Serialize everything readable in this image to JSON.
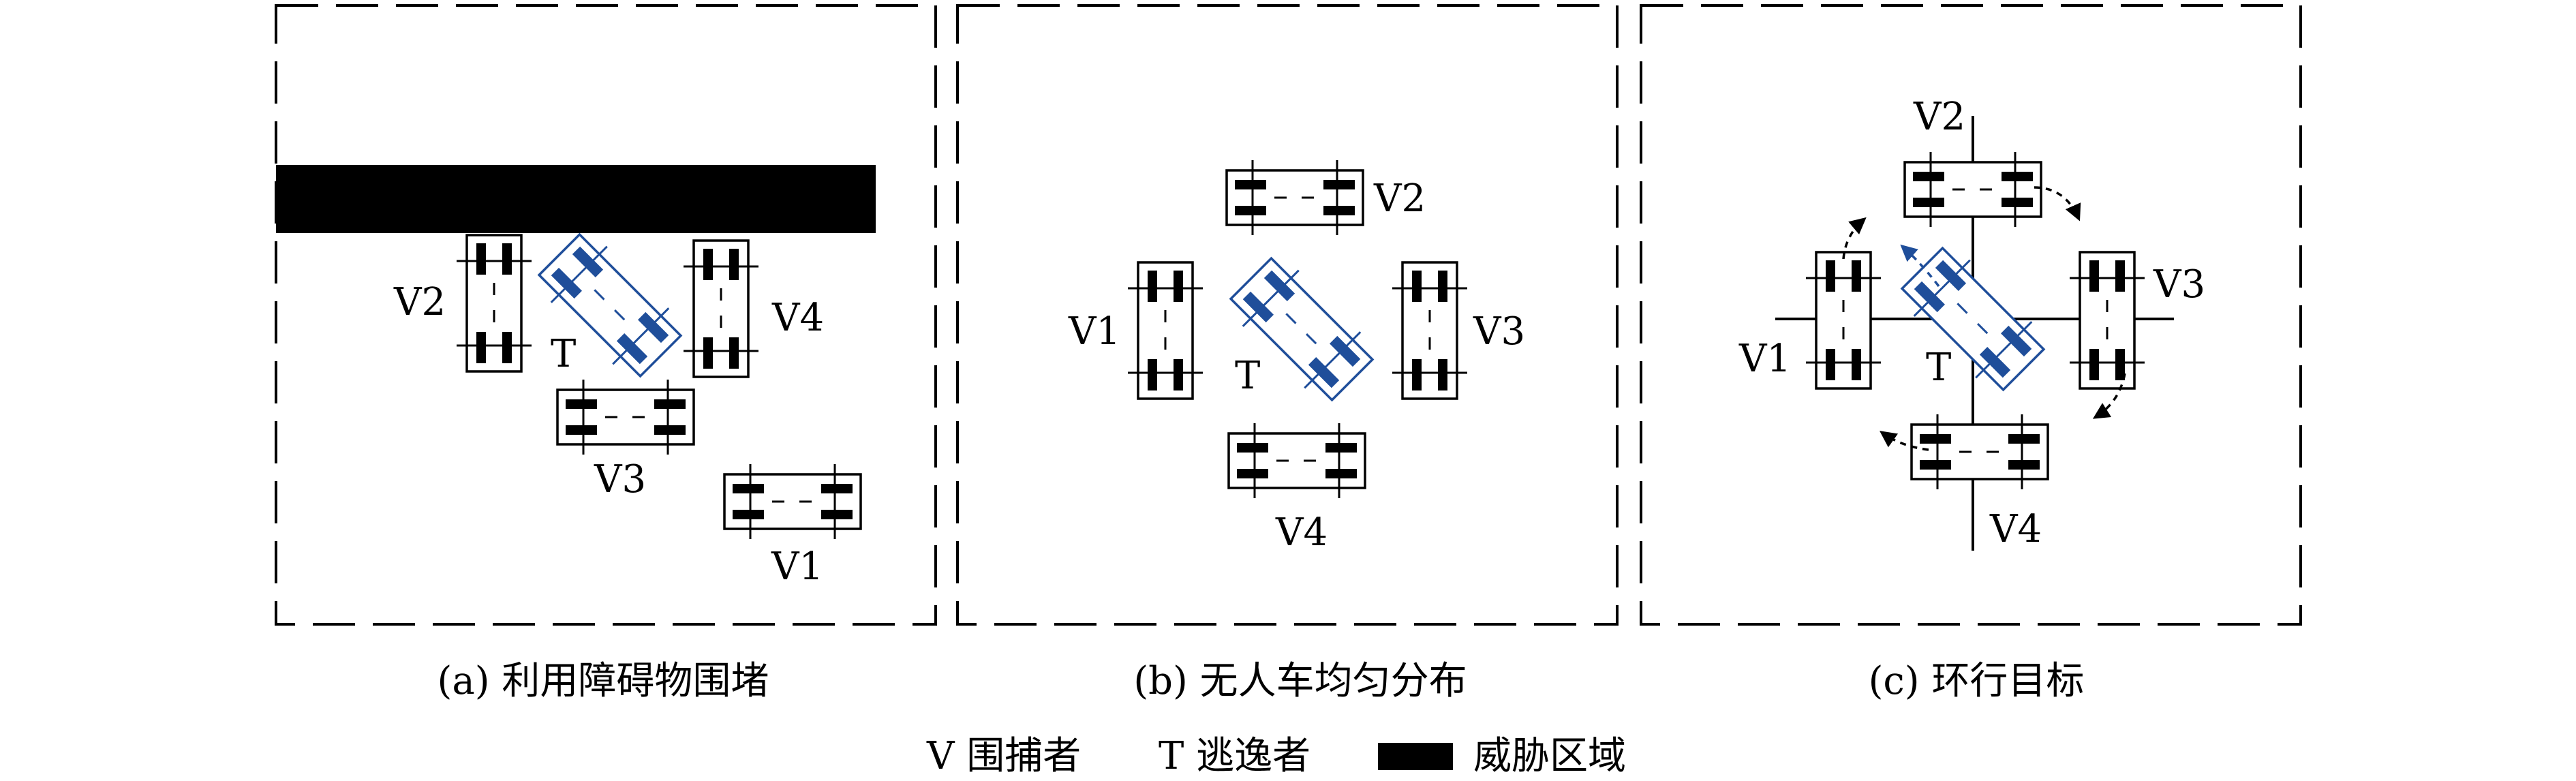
{
  "panels": [
    {
      "caption": "(a) 利用障碍物围堵",
      "labels": {
        "v1": "V1",
        "v2": "V2",
        "v3": "V3",
        "v4": "V4",
        "t": "T"
      }
    },
    {
      "caption": "(b) 无人车均匀分布",
      "labels": {
        "v1": "V1",
        "v2": "V2",
        "v3": "V3",
        "v4": "V4",
        "t": "T"
      }
    },
    {
      "caption": "(c) 环行目标",
      "labels": {
        "v1": "V1",
        "v2": "V2",
        "v3": "V3",
        "v4": "V4",
        "t": "T"
      }
    }
  ],
  "legend": {
    "v": "V 围捕者",
    "t": "T 逃逸者",
    "threat": "威胁区域"
  },
  "colors": {
    "pursuer": "#000000",
    "evader": "#1f4e9a",
    "threat": "#000000"
  }
}
